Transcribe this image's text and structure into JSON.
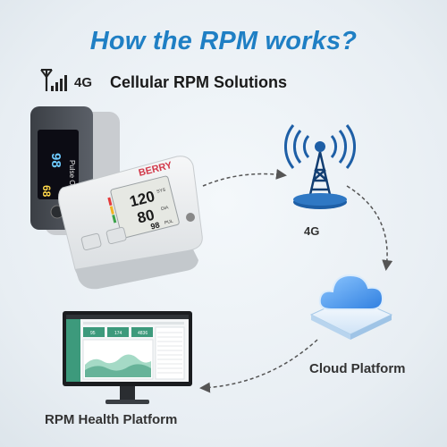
{
  "title": "How the RPM works?",
  "subtitle": {
    "network": "4G",
    "text": "Cellular RPM Solutions"
  },
  "devices": {
    "oximeter_brand": "Pulse Oximeter",
    "oximeter_reading": "98",
    "oximeter_pulse": "68",
    "bp_brand": "BERRY",
    "bp_sys": "120",
    "bp_dia": "80",
    "bp_pulse": "98",
    "bp_sys_label": "SYS",
    "bp_dia_label": "DIA",
    "bp_pul_label": "PUL"
  },
  "nodes": {
    "tower_label": "4G",
    "cloud_label": "Cloud Platform",
    "platform_label": "RPM Health Platform"
  },
  "dashboard": {
    "stats": [
      "95",
      "174",
      "4836"
    ]
  },
  "colors": {
    "title": "#1f7fc4",
    "tower_blue": "#1e5fa6",
    "cloud_blue": "#3a8ee8",
    "dashboard_green": "#3d9a7c"
  }
}
